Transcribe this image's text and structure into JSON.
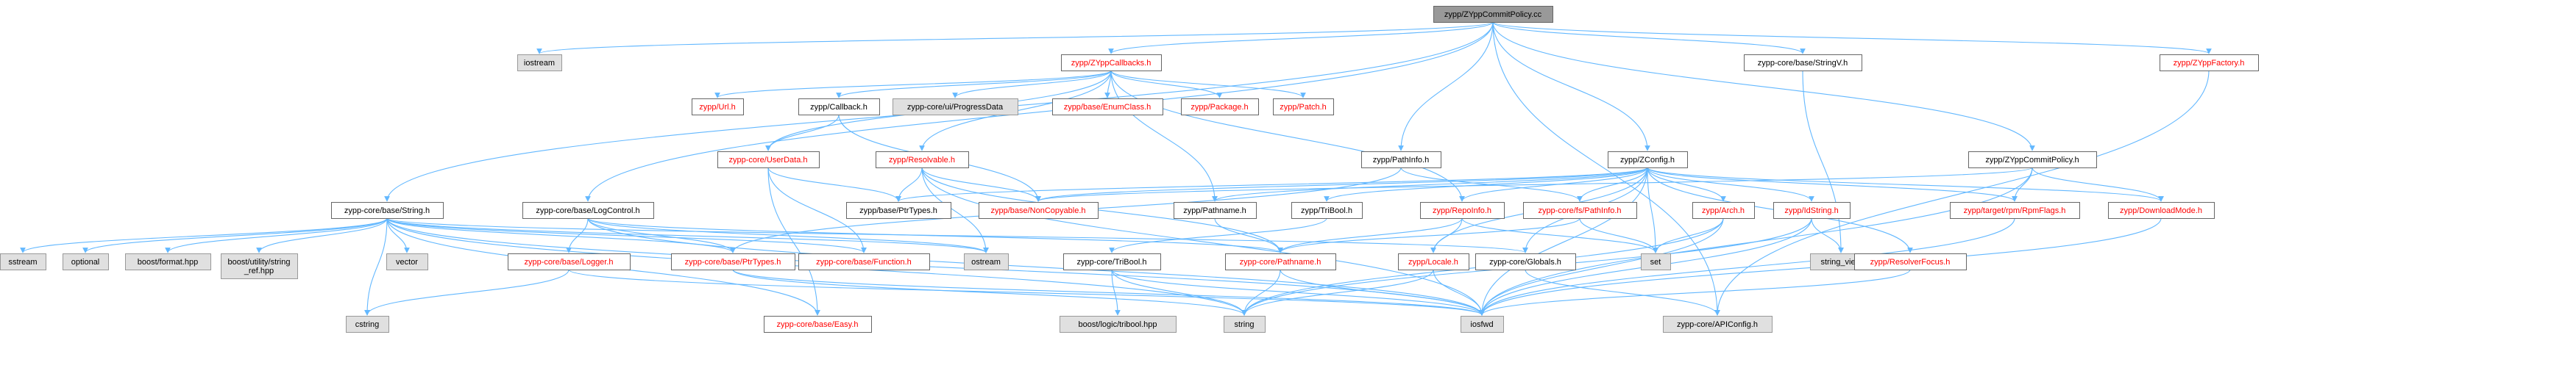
{
  "colors": {
    "edge": "#63b8ff",
    "root_fill": "#999999",
    "normal_fill": "#ffffff",
    "normal_border": "#666666",
    "external_fill": "#e0e0e0",
    "external_border": "#999999",
    "text_normal": "#000000",
    "text_link_red": "#ff0000"
  },
  "nodes": [
    {
      "id": "root",
      "label": "zypp/ZYppCommitPolicy.cc",
      "kind": "root"
    },
    {
      "id": "iostream",
      "label": "iostream",
      "kind": "external"
    },
    {
      "id": "callbacks",
      "label": "zypp/ZYppCallbacks.h",
      "kind": "red"
    },
    {
      "id": "stringv",
      "label": "zypp-core/base/StringV.h",
      "kind": "black"
    },
    {
      "id": "factory",
      "label": "zypp/ZYppFactory.h",
      "kind": "red"
    },
    {
      "id": "url",
      "label": "zypp/Url.h",
      "kind": "red"
    },
    {
      "id": "callback",
      "label": "zypp/Callback.h",
      "kind": "black"
    },
    {
      "id": "progressdata",
      "label": "zypp-core/ui/ProgressData",
      "kind": "external"
    },
    {
      "id": "enumclass",
      "label": "zypp/base/EnumClass.h",
      "kind": "red"
    },
    {
      "id": "package",
      "label": "zypp/Package.h",
      "kind": "red"
    },
    {
      "id": "patch",
      "label": "zypp/Patch.h",
      "kind": "red"
    },
    {
      "id": "userdata",
      "label": "zypp-core/UserData.h",
      "kind": "red"
    },
    {
      "id": "resolvable",
      "label": "zypp/Resolvable.h",
      "kind": "red"
    },
    {
      "id": "pathinfo",
      "label": "zypp/PathInfo.h",
      "kind": "black"
    },
    {
      "id": "zconfig",
      "label": "zypp/ZConfig.h",
      "kind": "black"
    },
    {
      "id": "commitpolicyh",
      "label": "zypp/ZYppCommitPolicy.h",
      "kind": "black"
    },
    {
      "id": "stringh",
      "label": "zypp-core/base/String.h",
      "kind": "black"
    },
    {
      "id": "logcontrol",
      "label": "zypp-core/base/LogControl.h",
      "kind": "black"
    },
    {
      "id": "ptrtypes_b",
      "label": "zypp/base/PtrTypes.h",
      "kind": "black"
    },
    {
      "id": "noncopyable",
      "label": "zypp/base/NonCopyable.h",
      "kind": "red"
    },
    {
      "id": "pathname_b",
      "label": "zypp/Pathname.h",
      "kind": "black"
    },
    {
      "id": "tribool_b",
      "label": "zypp/TriBool.h",
      "kind": "black"
    },
    {
      "id": "repoinfo",
      "label": "zypp/RepoInfo.h",
      "kind": "red"
    },
    {
      "id": "fspathinfo",
      "label": "zypp-core/fs/PathInfo.h",
      "kind": "red"
    },
    {
      "id": "arch",
      "label": "zypp/Arch.h",
      "kind": "red"
    },
    {
      "id": "idstring",
      "label": "zypp/IdString.h",
      "kind": "red"
    },
    {
      "id": "rpmflags",
      "label": "zypp/target/rpm/RpmFlags.h",
      "kind": "red"
    },
    {
      "id": "downloadmode",
      "label": "zypp/DownloadMode.h",
      "kind": "red"
    },
    {
      "id": "sstream",
      "label": "sstream",
      "kind": "external"
    },
    {
      "id": "optional",
      "label": "optional",
      "kind": "external"
    },
    {
      "id": "boostformat",
      "label": "boost/format.hpp",
      "kind": "external"
    },
    {
      "id": "boostutil",
      "label": "boost/utility/string\n_ref.hpp",
      "kind": "external"
    },
    {
      "id": "vector",
      "label": "vector",
      "kind": "external"
    },
    {
      "id": "logger",
      "label": "zypp-core/base/Logger.h",
      "kind": "red"
    },
    {
      "id": "ptrtypes_c",
      "label": "zypp-core/base/PtrTypes.h",
      "kind": "red"
    },
    {
      "id": "function",
      "label": "zypp-core/base/Function.h",
      "kind": "red"
    },
    {
      "id": "ostream",
      "label": "ostream",
      "kind": "external"
    },
    {
      "id": "tribool_c",
      "label": "zypp-core/TriBool.h",
      "kind": "black"
    },
    {
      "id": "pathname_c",
      "label": "zypp-core/Pathname.h",
      "kind": "red"
    },
    {
      "id": "locale",
      "label": "zypp/Locale.h",
      "kind": "red"
    },
    {
      "id": "globals",
      "label": "zypp-core/Globals.h",
      "kind": "black"
    },
    {
      "id": "set",
      "label": "set",
      "kind": "external"
    },
    {
      "id": "stringview",
      "label": "string_view",
      "kind": "external"
    },
    {
      "id": "resolverfocus",
      "label": "zypp/ResolverFocus.h",
      "kind": "red"
    },
    {
      "id": "cstring",
      "label": "cstring",
      "kind": "external"
    },
    {
      "id": "easy",
      "label": "zypp-core/base/Easy.h",
      "kind": "red"
    },
    {
      "id": "boosttribool",
      "label": "boost/logic/tribool.hpp",
      "kind": "external"
    },
    {
      "id": "string",
      "label": "string",
      "kind": "external"
    },
    {
      "id": "iosfwd",
      "label": "iosfwd",
      "kind": "external"
    },
    {
      "id": "apiconfig",
      "label": "zypp-core/APIConfig.h",
      "kind": "external"
    }
  ],
  "edges": [
    [
      "root",
      "iostream"
    ],
    [
      "root",
      "callbacks"
    ],
    [
      "root",
      "stringv"
    ],
    [
      "root",
      "factory"
    ],
    [
      "root",
      "zconfig"
    ],
    [
      "root",
      "commitpolicyh"
    ],
    [
      "root",
      "stringh"
    ],
    [
      "root",
      "logcontrol"
    ],
    [
      "root",
      "pathinfo"
    ],
    [
      "root",
      "apiconfig"
    ],
    [
      "callbacks",
      "url"
    ],
    [
      "callbacks",
      "callback"
    ],
    [
      "callbacks",
      "progressdata"
    ],
    [
      "callbacks",
      "enumclass"
    ],
    [
      "callbacks",
      "package"
    ],
    [
      "callbacks",
      "patch"
    ],
    [
      "callbacks",
      "userdata"
    ],
    [
      "callbacks",
      "resolvable"
    ],
    [
      "callbacks",
      "repoinfo"
    ],
    [
      "callbacks",
      "pathname_b"
    ],
    [
      "callback",
      "userdata"
    ],
    [
      "callback",
      "noncopyable"
    ],
    [
      "userdata",
      "ptrtypes_b"
    ],
    [
      "userdata",
      "function"
    ],
    [
      "userdata",
      "easy"
    ],
    [
      "resolvable",
      "ptrtypes_b"
    ],
    [
      "resolvable",
      "noncopyable"
    ],
    [
      "resolvable",
      "iosfwd"
    ],
    [
      "resolvable",
      "pathname_c"
    ],
    [
      "resolvable",
      "ostream"
    ],
    [
      "pathinfo",
      "fspathinfo"
    ],
    [
      "pathinfo",
      "ptrtypes_c"
    ],
    [
      "zconfig",
      "ptrtypes_b"
    ],
    [
      "zconfig",
      "noncopyable"
    ],
    [
      "zconfig",
      "pathname_b"
    ],
    [
      "zconfig",
      "tribool_b"
    ],
    [
      "zconfig",
      "repoinfo"
    ],
    [
      "zconfig",
      "arch"
    ],
    [
      "zconfig",
      "idstring"
    ],
    [
      "zconfig",
      "rpmflags"
    ],
    [
      "zconfig",
      "downloadmode"
    ],
    [
      "zconfig",
      "resolverfocus"
    ],
    [
      "zconfig",
      "locale"
    ],
    [
      "zconfig",
      "globals"
    ],
    [
      "zconfig",
      "set"
    ],
    [
      "zconfig",
      "iosfwd"
    ],
    [
      "zconfig",
      "fspathinfo"
    ],
    [
      "commitpolicyh",
      "rpmflags"
    ],
    [
      "commitpolicyh",
      "downloadmode"
    ],
    [
      "commitpolicyh",
      "iosfwd"
    ],
    [
      "commitpolicyh",
      "noncopyable"
    ],
    [
      "stringv",
      "stringview"
    ],
    [
      "factory",
      "apiconfig"
    ],
    [
      "stringh",
      "sstream"
    ],
    [
      "stringh",
      "optional"
    ],
    [
      "stringh",
      "boostformat"
    ],
    [
      "stringh",
      "boostutil"
    ],
    [
      "stringh",
      "vector"
    ],
    [
      "stringh",
      "cstring"
    ],
    [
      "stringh",
      "string"
    ],
    [
      "stringh",
      "iosfwd"
    ],
    [
      "stringh",
      "easy"
    ],
    [
      "stringh",
      "ptrtypes_c"
    ],
    [
      "stringh",
      "function"
    ],
    [
      "stringh",
      "globals"
    ],
    [
      "stringh",
      "ostream"
    ],
    [
      "logcontrol",
      "logger"
    ],
    [
      "logcontrol",
      "ptrtypes_c"
    ],
    [
      "logcontrol",
      "ostream"
    ],
    [
      "logcontrol",
      "pathname_c"
    ],
    [
      "logcontrol",
      "iosfwd"
    ],
    [
      "logger",
      "cstring"
    ],
    [
      "logger",
      "iosfwd"
    ],
    [
      "pathname_b",
      "pathname_c"
    ],
    [
      "tribool_b",
      "tribool_c"
    ],
    [
      "tribool_c",
      "boosttribool"
    ],
    [
      "tribool_c",
      "string"
    ],
    [
      "tribool_c",
      "iosfwd"
    ],
    [
      "pathname_c",
      "string"
    ],
    [
      "pathname_c",
      "iosfwd"
    ],
    [
      "ptrtypes_c",
      "string"
    ],
    [
      "ptrtypes_c",
      "iosfwd"
    ],
    [
      "repoinfo",
      "locale"
    ],
    [
      "repoinfo",
      "pathname_c"
    ],
    [
      "repoinfo",
      "set"
    ],
    [
      "fspathinfo",
      "pathname_c"
    ],
    [
      "fspathinfo",
      "set"
    ],
    [
      "arch",
      "set"
    ],
    [
      "arch",
      "string"
    ],
    [
      "arch",
      "iosfwd"
    ],
    [
      "idstring",
      "stringview"
    ],
    [
      "idstring",
      "iosfwd"
    ],
    [
      "idstring",
      "string"
    ],
    [
      "locale",
      "string"
    ],
    [
      "locale",
      "iosfwd"
    ],
    [
      "globals",
      "apiconfig"
    ],
    [
      "rpmflags",
      "iosfwd"
    ],
    [
      "downloadmode",
      "iosfwd"
    ],
    [
      "resolverfocus",
      "iosfwd"
    ]
  ]
}
